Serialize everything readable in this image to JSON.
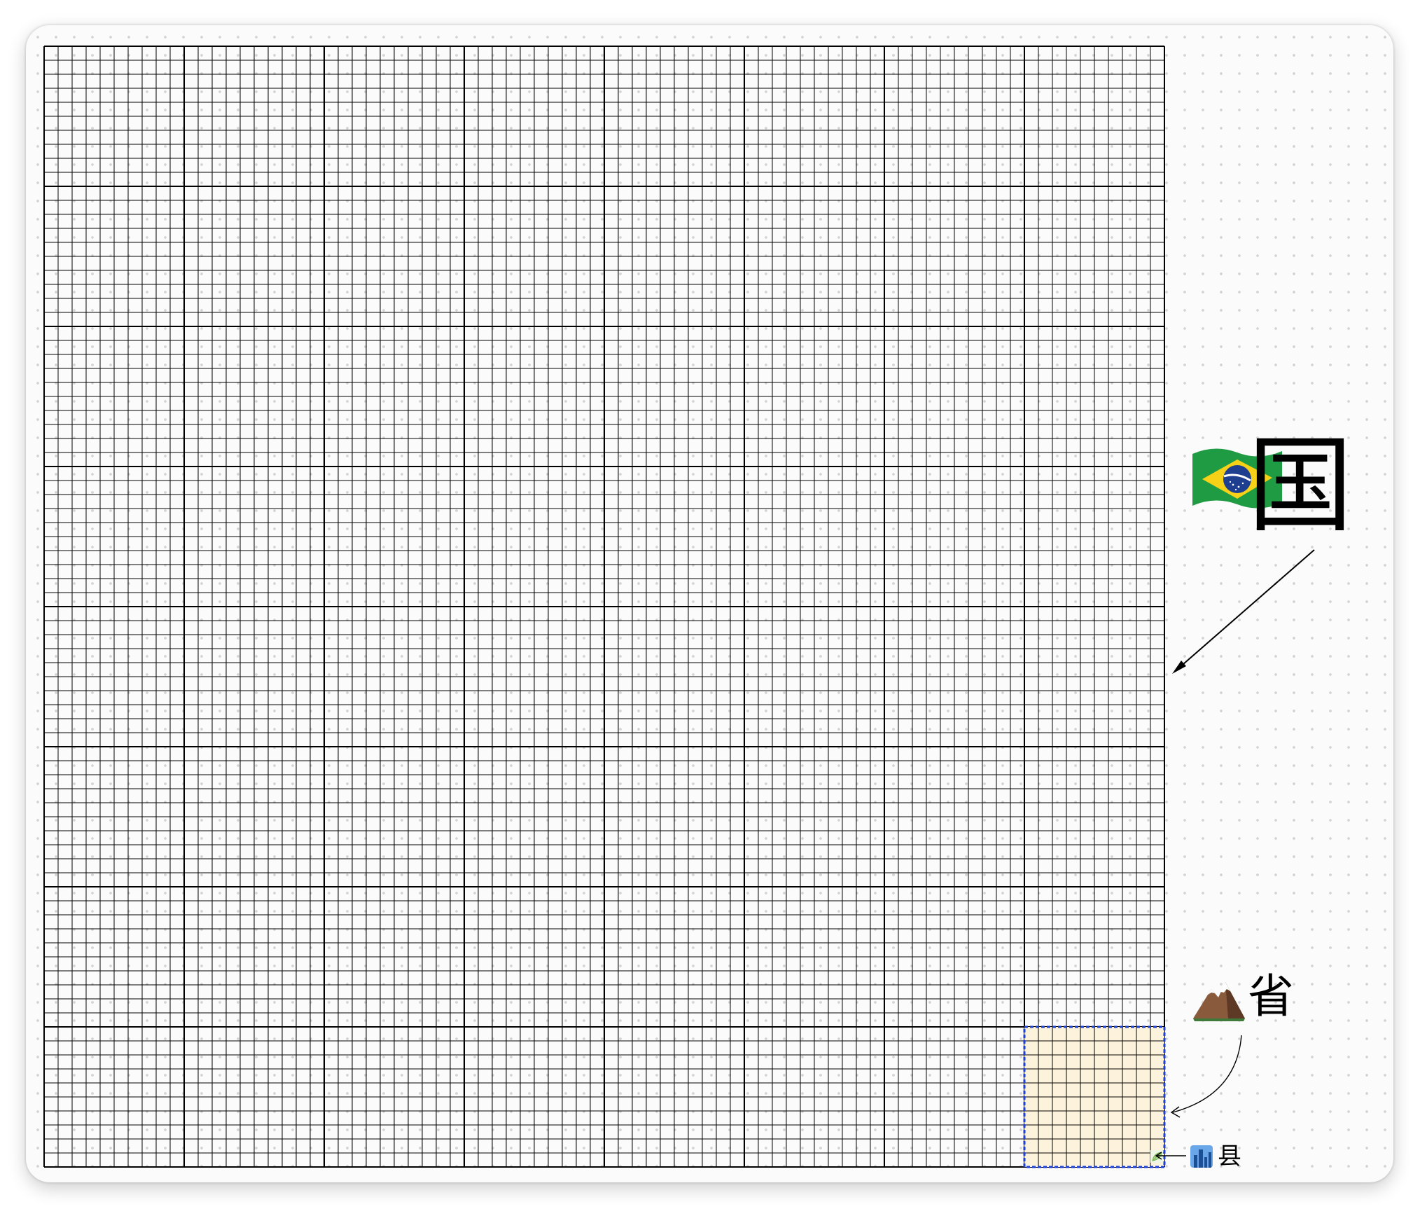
{
  "labels": {
    "country": "国",
    "province": "省",
    "county": "县"
  },
  "icons": {
    "country": "brazil-flag-icon",
    "province": "mountain-icon",
    "county": "city-buildings-icon",
    "small_unit": "leaf-icon"
  },
  "grid": {
    "major_divisions": 8,
    "minor_per_major": 10,
    "highlight_cell": "bottom-right"
  },
  "colors": {
    "grid_line": "#000000",
    "highlight_fill": "#fdf3dc",
    "highlight_border": "#1c3fd6",
    "arrow": "#000000",
    "flag_green": "#1f9c43",
    "flag_yellow": "#f7d117",
    "flag_blue": "#1e3f8f"
  }
}
